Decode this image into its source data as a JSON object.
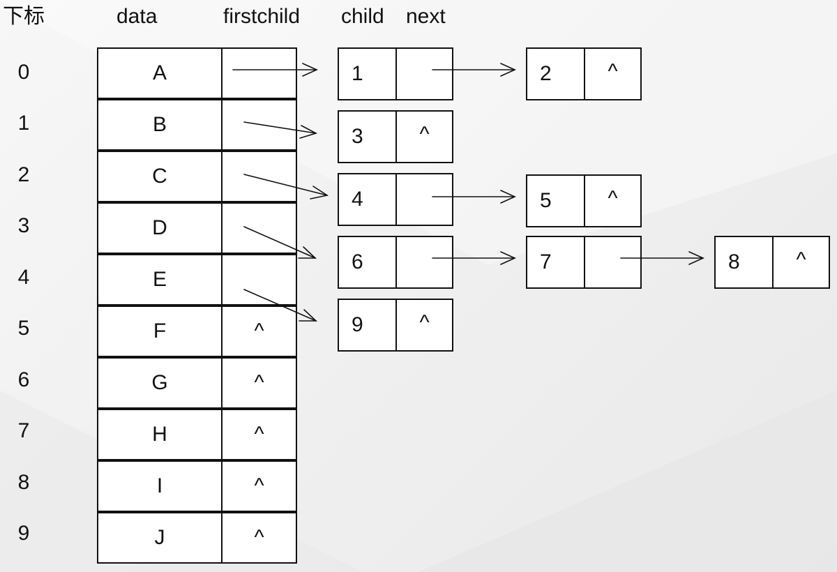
{
  "headers": {
    "index": "下标",
    "data": "data",
    "firstchild": "firstchild",
    "child": "child",
    "next": "next"
  },
  "rows": [
    {
      "index": "0",
      "data": "A",
      "firstchild": ""
    },
    {
      "index": "1",
      "data": "B",
      "firstchild": ""
    },
    {
      "index": "2",
      "data": "C",
      "firstchild": ""
    },
    {
      "index": "3",
      "data": "D",
      "firstchild": ""
    },
    {
      "index": "4",
      "data": "E",
      "firstchild": ""
    },
    {
      "index": "5",
      "data": "F",
      "firstchild": "^"
    },
    {
      "index": "6",
      "data": "G",
      "firstchild": "^"
    },
    {
      "index": "7",
      "data": "H",
      "firstchild": "^"
    },
    {
      "index": "8",
      "data": "I",
      "firstchild": "^"
    },
    {
      "index": "9",
      "data": "J",
      "firstchild": "^"
    }
  ],
  "nodes": {
    "n1": {
      "child": "1",
      "next": ""
    },
    "n2": {
      "child": "2",
      "next": "^"
    },
    "n3": {
      "child": "3",
      "next": "^"
    },
    "n4": {
      "child": "4",
      "next": ""
    },
    "n5": {
      "child": "5",
      "next": "^"
    },
    "n6": {
      "child": "6",
      "next": ""
    },
    "n7": {
      "child": "7",
      "next": ""
    },
    "n8": {
      "child": "8",
      "next": "^"
    },
    "n9": {
      "child": "9",
      "next": "^"
    }
  },
  "colors": {
    "line": "#111111",
    "cell_fill": "#ffffff",
    "background": "#f2f2f2"
  }
}
